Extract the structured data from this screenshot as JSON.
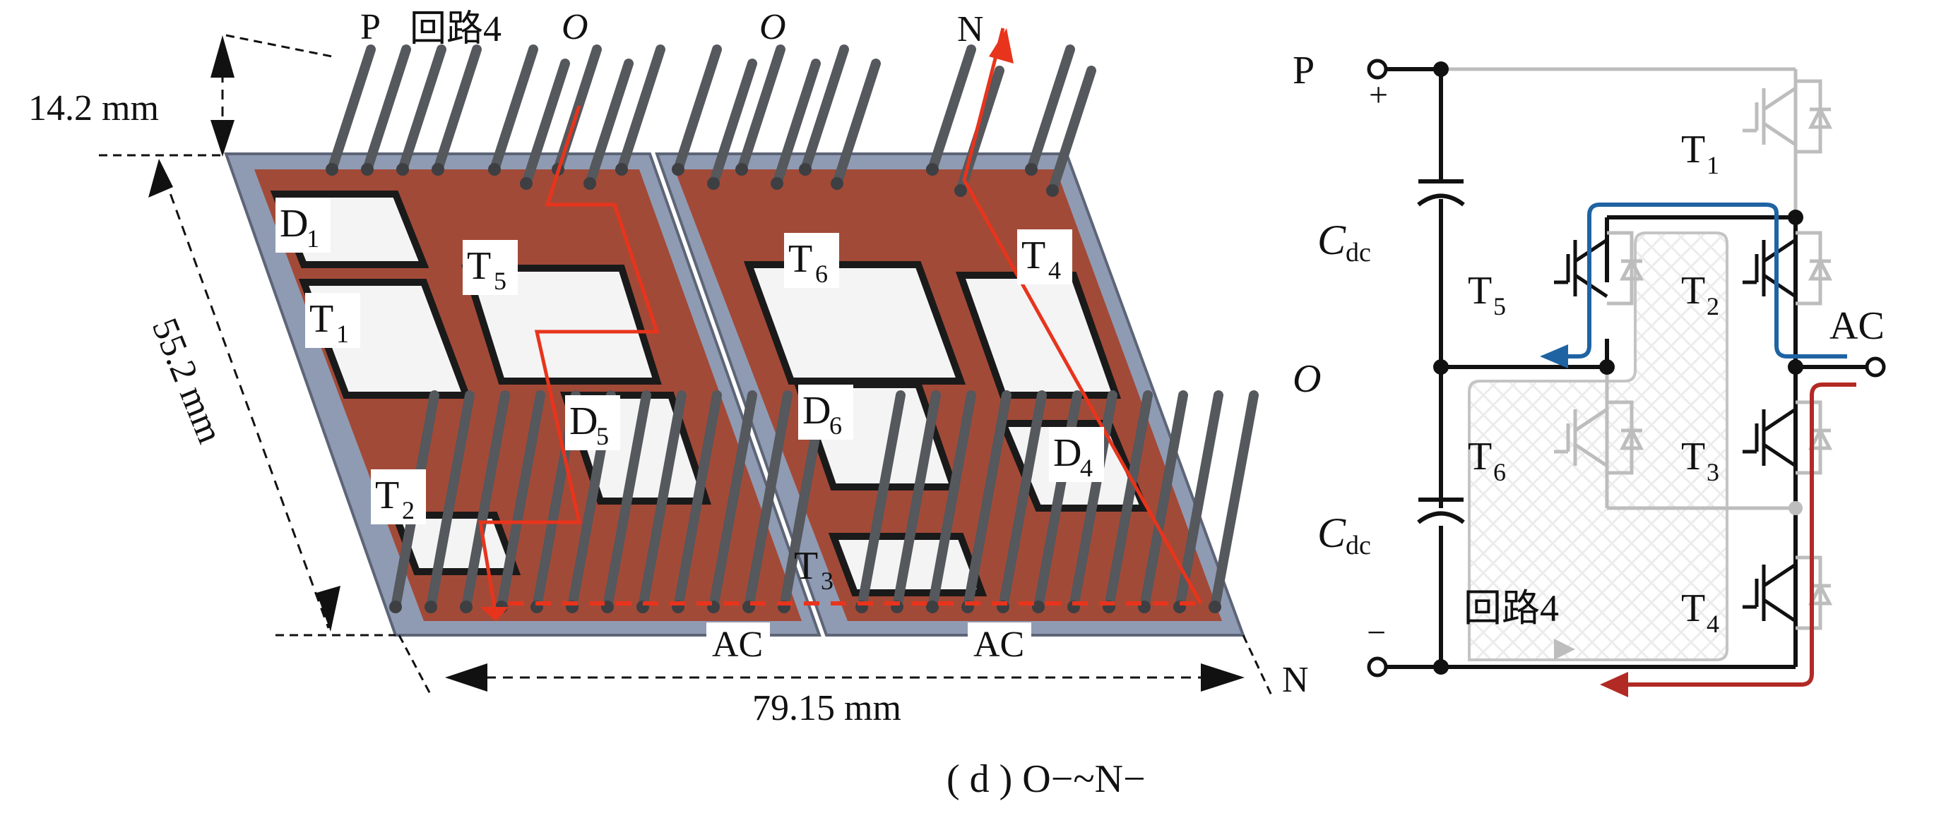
{
  "figure": {
    "caption": "( d ) O−~N−",
    "module": {
      "top_terminals": {
        "p": "P",
        "loop": "回路4",
        "o1": "O",
        "o2": "O",
        "n": "N"
      },
      "dimensions": {
        "height": "14.2 mm",
        "depth": "55.2 mm",
        "width": "79.15 mm"
      },
      "corner_label_n": "N",
      "bottom_labels": {
        "ac1": "AC",
        "ac2": "AC"
      },
      "devices": [
        {
          "id": "D1",
          "main": "D",
          "sub": "1"
        },
        {
          "id": "T1",
          "main": "T",
          "sub": "1"
        },
        {
          "id": "T5",
          "main": "T",
          "sub": "5"
        },
        {
          "id": "T2",
          "main": "T",
          "sub": "2"
        },
        {
          "id": "D5",
          "main": "D",
          "sub": "5"
        },
        {
          "id": "T6",
          "main": "T",
          "sub": "6"
        },
        {
          "id": "T4",
          "main": "T",
          "sub": "4"
        },
        {
          "id": "D6",
          "main": "D",
          "sub": "6"
        },
        {
          "id": "D4",
          "main": "D",
          "sub": "4"
        },
        {
          "id": "T3",
          "main": "T",
          "sub": "3"
        }
      ]
    },
    "schematic": {
      "node_p": "P",
      "plus": "+",
      "node_o": "O",
      "node_n": "N",
      "minus": "−",
      "cap_main": "C",
      "cap_sub": "dc",
      "ac": "AC",
      "loop_label": "回路4",
      "switches": [
        {
          "id": "T1",
          "main": "T",
          "sub": "1",
          "state": "inactive"
        },
        {
          "id": "T5",
          "main": "T",
          "sub": "5",
          "state": "active"
        },
        {
          "id": "T2",
          "main": "T",
          "sub": "2",
          "state": "active"
        },
        {
          "id": "T6",
          "main": "T",
          "sub": "6",
          "state": "inactive"
        },
        {
          "id": "T3",
          "main": "T",
          "sub": "3",
          "state": "active"
        },
        {
          "id": "T4",
          "main": "T",
          "sub": "4",
          "state": "active"
        }
      ]
    },
    "colors": {
      "substrate": "#8f9bb3",
      "copper": "#a24a38",
      "pin": "#55585c",
      "path_red": "#e8341c",
      "path_blue": "#1f63a3",
      "path_darkred": "#b22a24",
      "inactive": "#bdbdbd"
    }
  }
}
